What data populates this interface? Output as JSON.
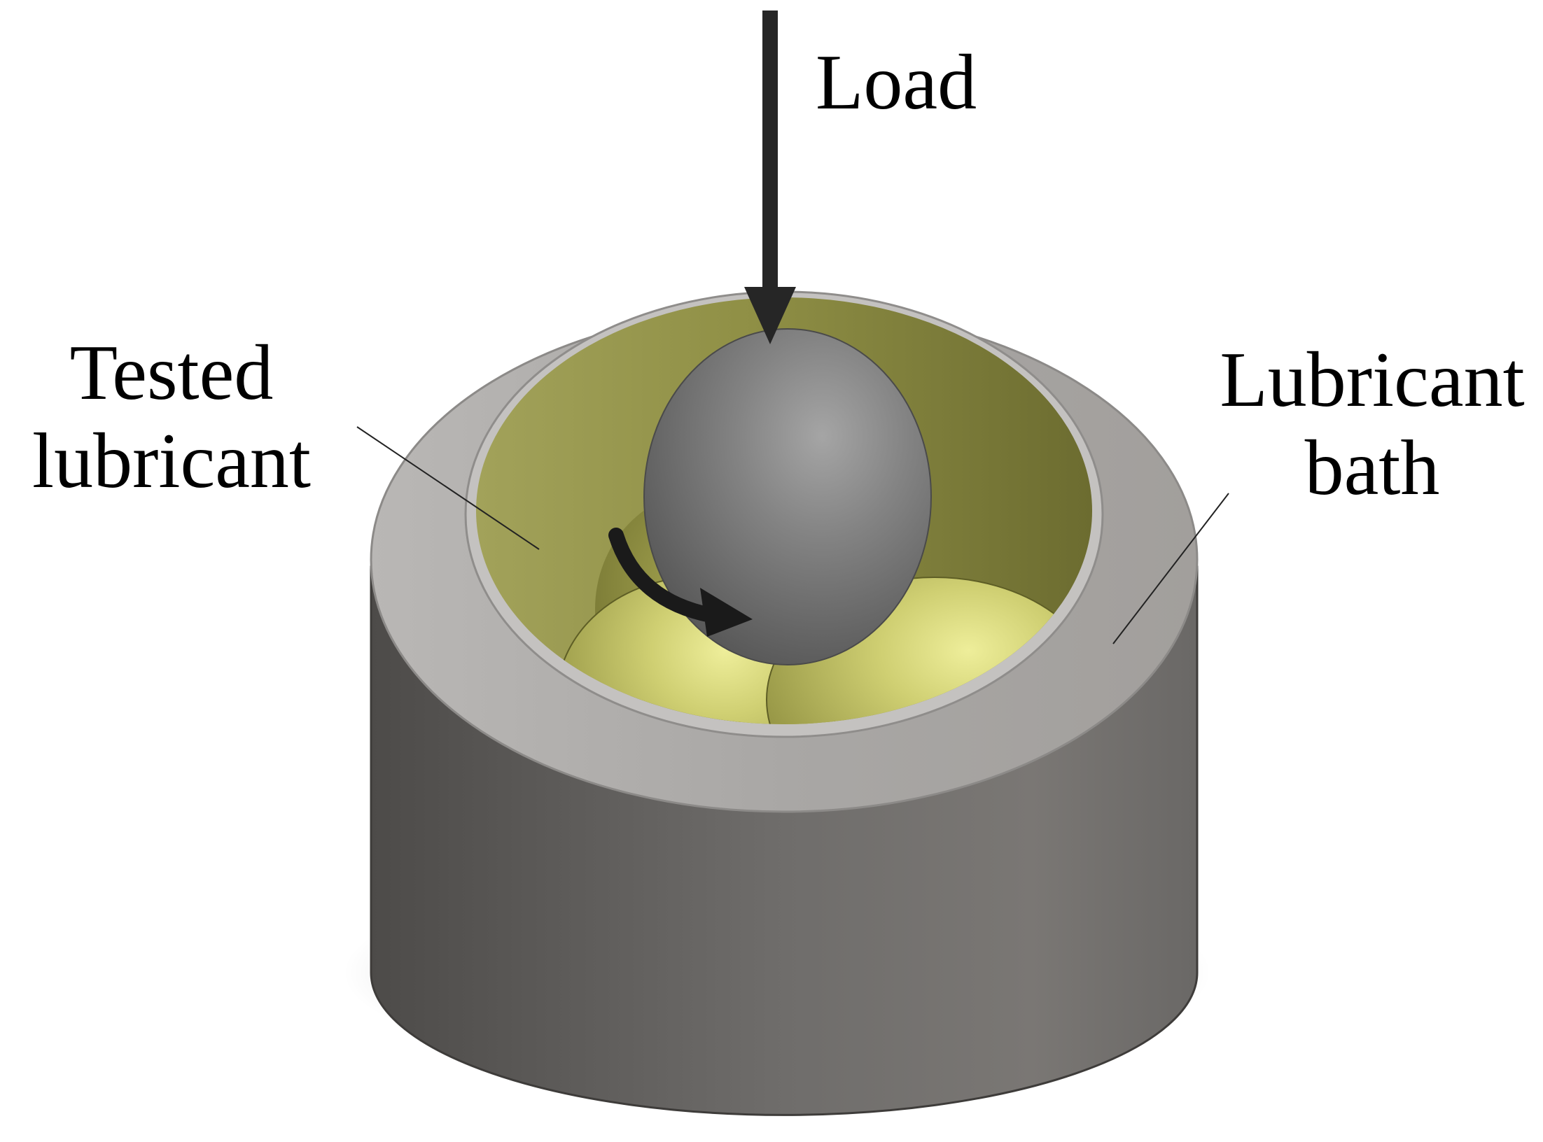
{
  "labels": {
    "load": "Load",
    "tested_lubricant": [
      "Tested",
      "lubricant"
    ],
    "lubricant_bath": [
      "Lubricant",
      "bath"
    ]
  },
  "colors": {
    "cup_outer": "#6e6c6a",
    "cup_rim": "#a8a6a4",
    "lubricant": "#9c9c4c",
    "lower_balls": "#c9c96a",
    "top_ball": "#7d7d7d",
    "arrow": "#1a1a1a"
  },
  "icons": {
    "load_arrow": "down-arrow-icon",
    "rotation_arrow": "curved-arrow-icon"
  }
}
